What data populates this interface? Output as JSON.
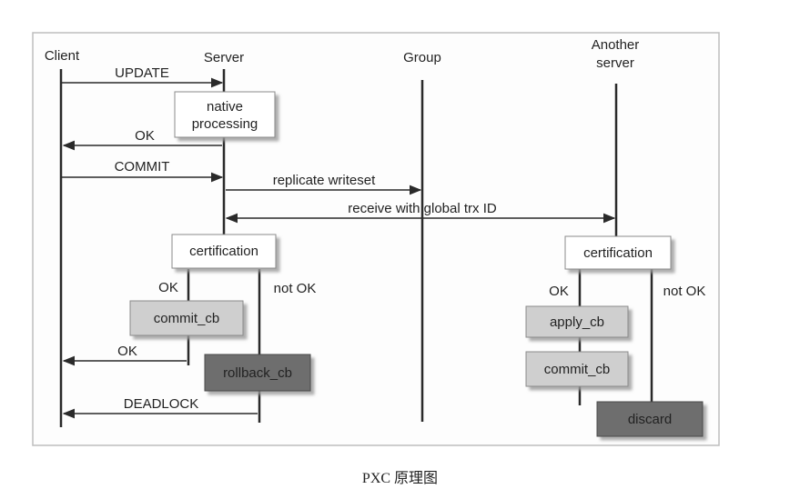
{
  "lifelines": {
    "client": "Client",
    "server": "Server",
    "group": "Group",
    "another_server_line1": "Another",
    "another_server_line2": "server"
  },
  "messages": {
    "update": "UPDATE",
    "ok_1": "OK",
    "commit": "COMMIT",
    "replicate": "replicate writeset",
    "receive": "receive with  global trx ID",
    "ok_2": "OK",
    "deadlock": "DEADLOCK"
  },
  "boxes": {
    "native_line1": "native",
    "native_line2": "processing",
    "certification_server": "certification",
    "commit_cb_server": "commit_cb",
    "rollback_cb": "rollback_cb",
    "certification_another": "certification",
    "apply_cb": "apply_cb",
    "commit_cb_another": "commit_cb",
    "discard": "discard"
  },
  "branches": {
    "server_ok": "OK",
    "server_not_ok": "not OK",
    "another_ok": "OK",
    "another_not_ok": "not OK"
  },
  "caption": "PXC 原理图",
  "colors": {
    "white_box": "#ffffff",
    "light_box": "#cfcfcf",
    "dark_box": "#6e6e6e",
    "line": "#2a2a2a",
    "frame": "#bdbdbd"
  }
}
